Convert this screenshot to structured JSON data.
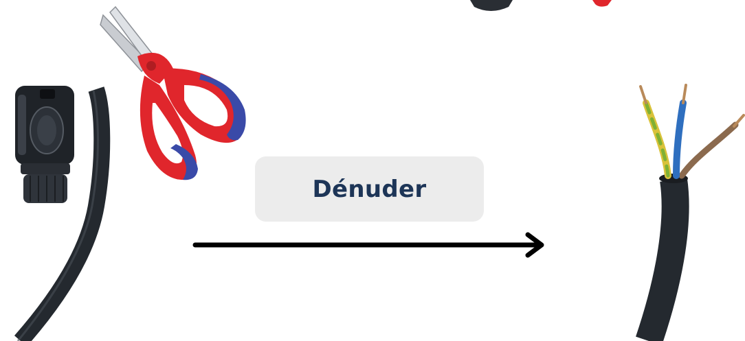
{
  "step": {
    "label": "Dénuder"
  },
  "colors": {
    "label_text": "#1d3557",
    "label_background": "#ececec",
    "arrow": "#000000",
    "cable": "#24292f",
    "wire_earth_green": "#7fb034",
    "wire_earth_yellow": "#d9c23a",
    "wire_neutral_blue": "#2f6fbf",
    "wire_phase_brown": "#8b6a4e",
    "scissors_handle_red": "#e0262c",
    "scissors_handle_blue": "#3a4aa8"
  },
  "icons": {
    "left_objects": [
      "cable-gland-connector",
      "cable-before",
      "electrician-scissors"
    ],
    "right_objects": [
      "stripped-cable-three-wires"
    ],
    "transition": "right-arrow-icon"
  }
}
